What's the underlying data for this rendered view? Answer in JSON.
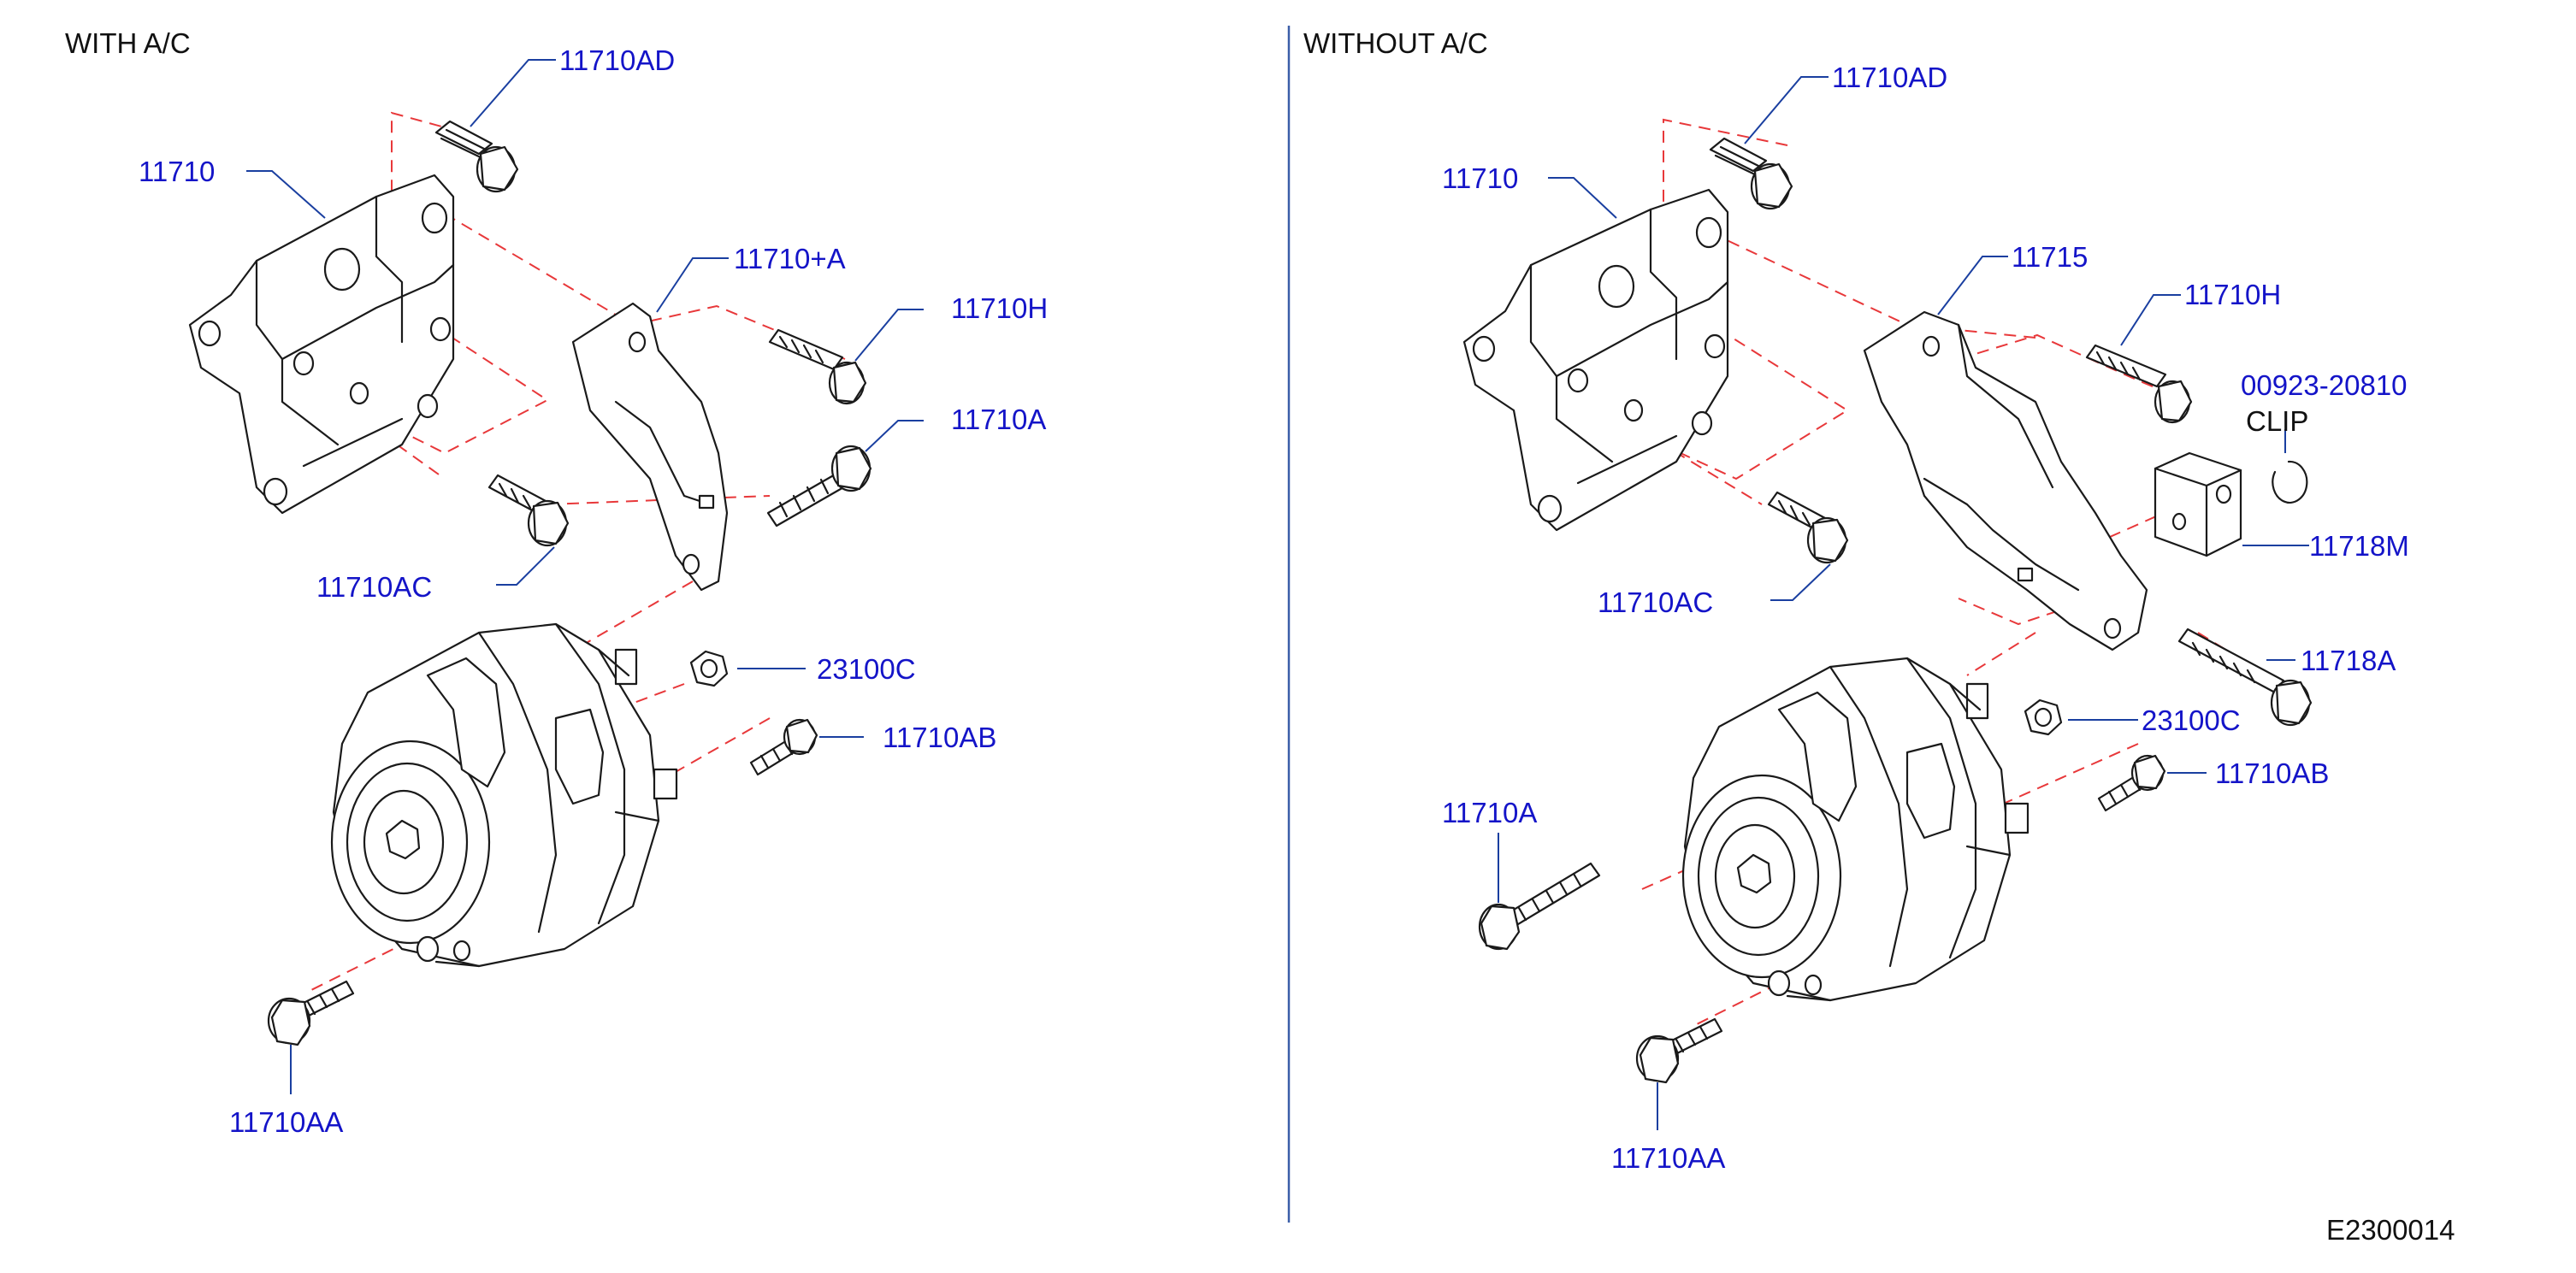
{
  "colors": {
    "label": "#1414c8",
    "leader": "#1a3fa0",
    "dashed": "#e8383a",
    "ink": "#1a1a1a",
    "divider": "#3b5ea8"
  },
  "panels": [
    {
      "title": "WITH   A/C",
      "labels": [
        "11710AD",
        "11710",
        "11710+A",
        "11710H",
        "11710A",
        "11710AC",
        "23100C",
        "11710AB",
        "11710AA"
      ]
    },
    {
      "title": "WITHOUT   A/C",
      "labels": [
        "11710AD",
        "11710",
        "11715",
        "11710H",
        "00923-20810",
        "CLIP",
        "11718M",
        "11710AC",
        "11718A",
        "23100C",
        "11710AB",
        "11710A",
        "11710AA"
      ]
    }
  ],
  "figure_code": "E2300014"
}
